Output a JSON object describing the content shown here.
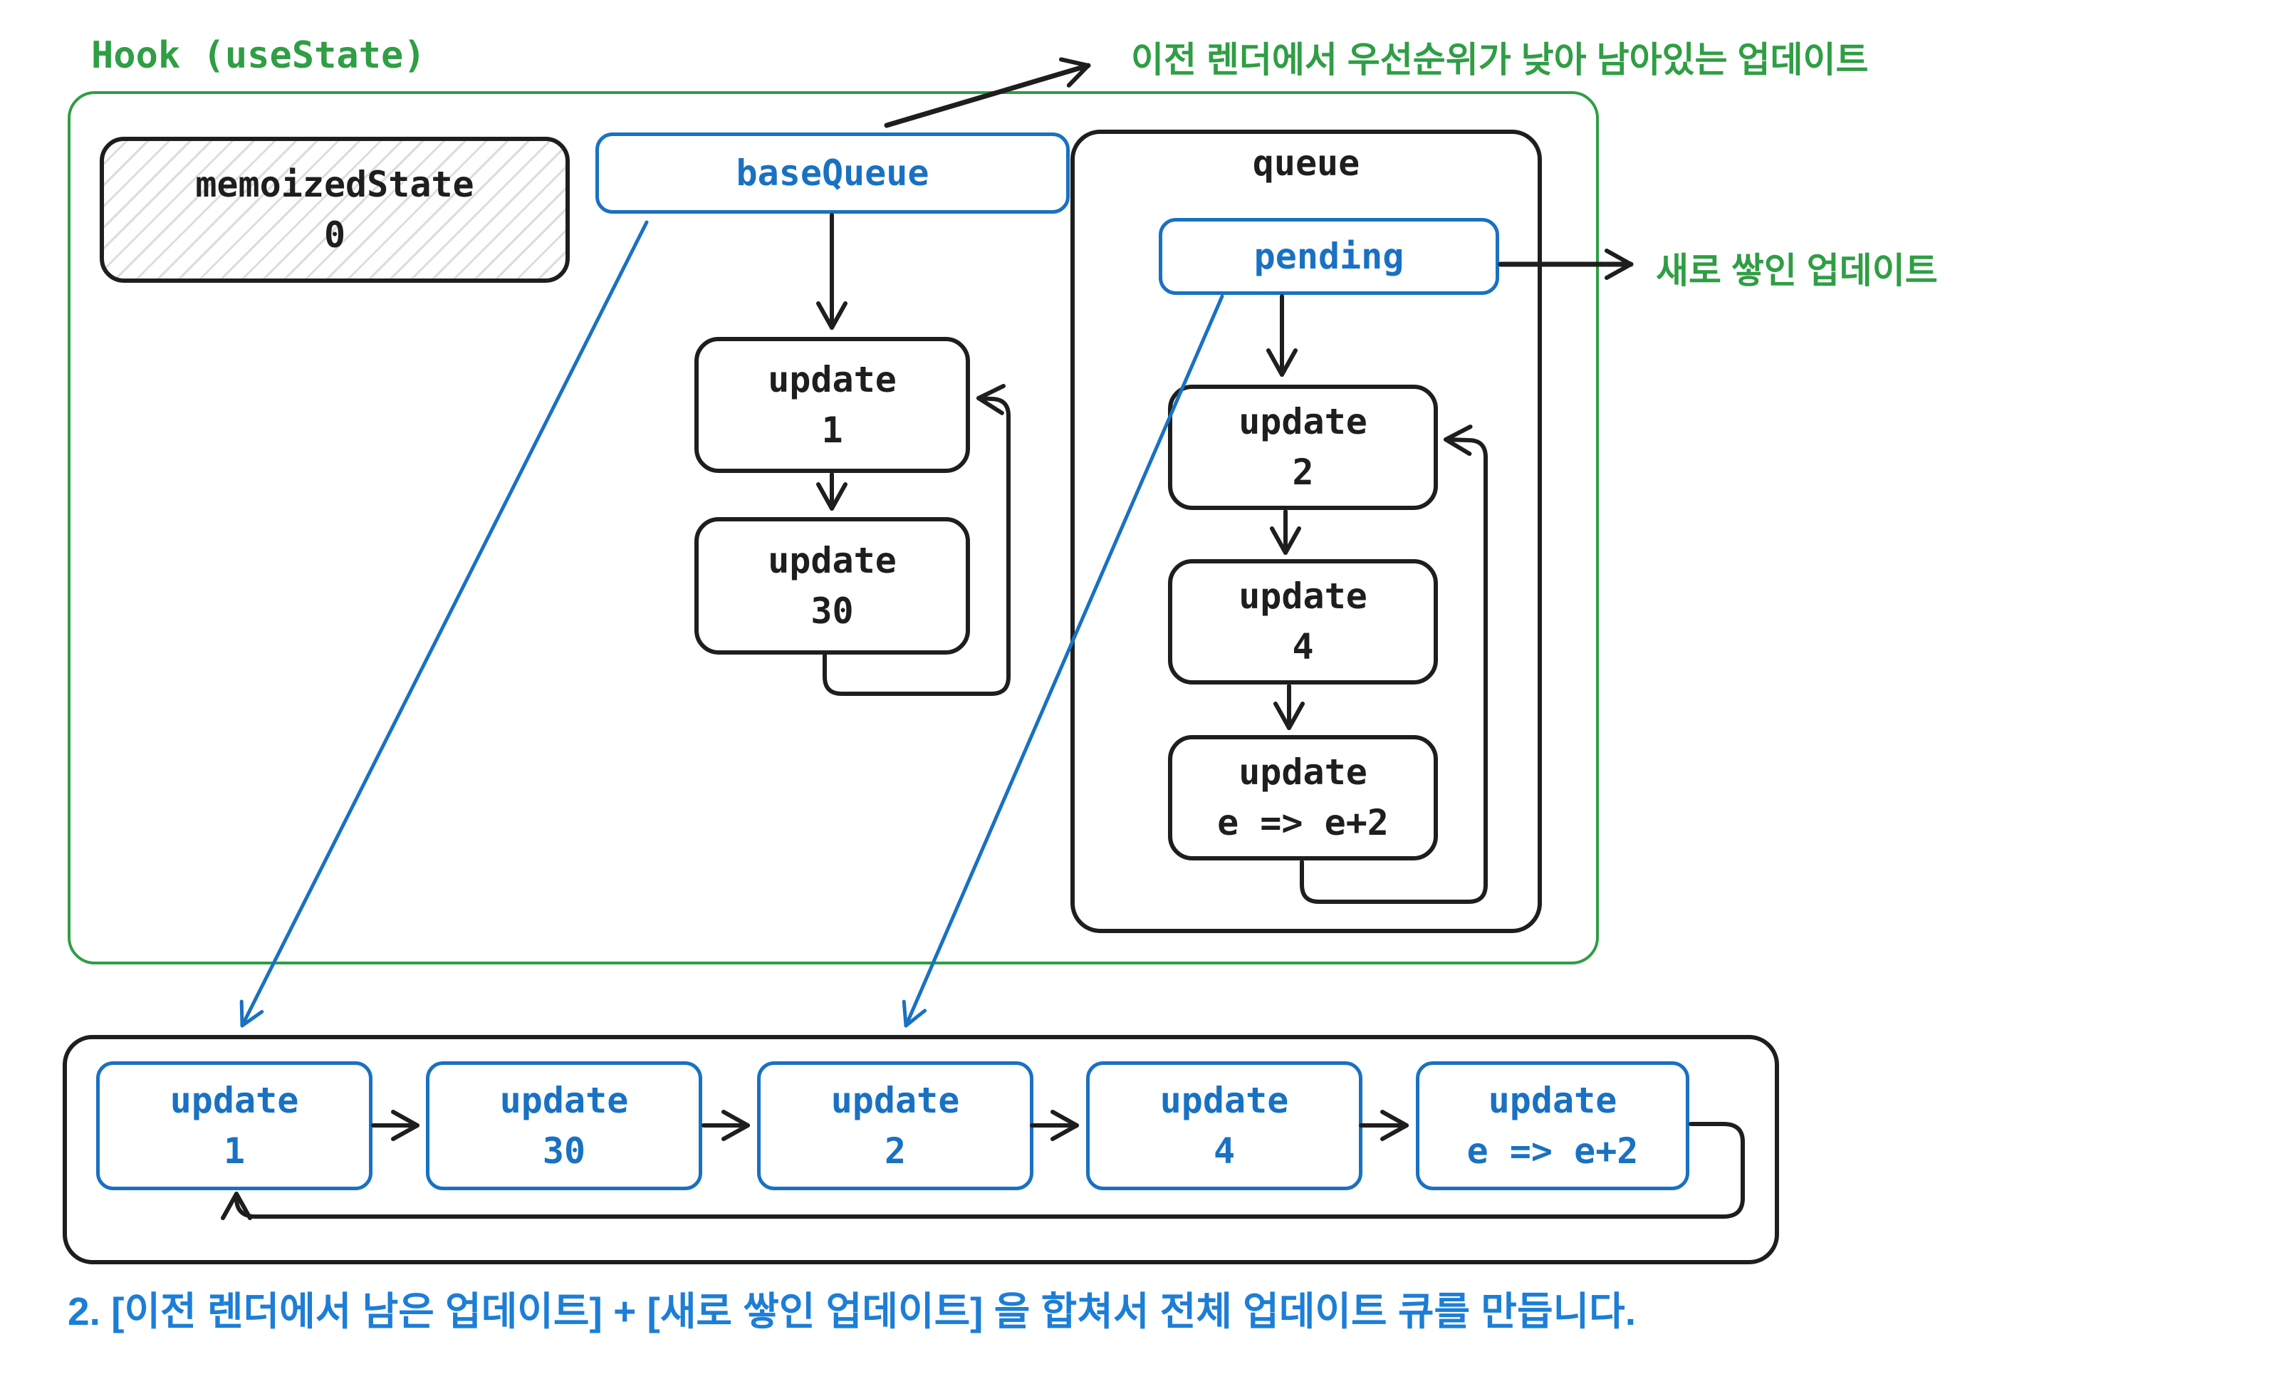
{
  "title": "Hook (useState)",
  "colors": {
    "green": "#2f9e44",
    "blue": "#1971c2",
    "caption_blue": "#1c7ed6",
    "black": "#1e1e1e"
  },
  "annotations": {
    "base_queue_note": "이전 렌더에서 우선순위가 낮아 남아있는 업데이트",
    "pending_note": "새로 쌓인 업데이트",
    "caption": "2. [이전 렌더에서 남은 업데이트] + [새로 쌓인 업데이트] 을 합쳐서 전체 업데이트 큐를 만듭니다."
  },
  "hook": {
    "memoized_state": {
      "label": "memoizedState",
      "value": "0"
    },
    "base_queue": {
      "label": "baseQueue"
    },
    "base_queue_updates": [
      {
        "label": "update",
        "value": "1"
      },
      {
        "label": "update",
        "value": "30"
      }
    ],
    "queue": {
      "label": "queue",
      "pending": {
        "label": "pending"
      },
      "updates": [
        {
          "label": "update",
          "value": "2"
        },
        {
          "label": "update",
          "value": "4"
        },
        {
          "label": "update",
          "value": "e => e+2"
        }
      ]
    }
  },
  "merged_queue": {
    "updates": [
      {
        "label": "update",
        "value": "1"
      },
      {
        "label": "update",
        "value": "30"
      },
      {
        "label": "update",
        "value": "2"
      },
      {
        "label": "update",
        "value": "4"
      },
      {
        "label": "update",
        "value": "e => e+2"
      }
    ]
  }
}
